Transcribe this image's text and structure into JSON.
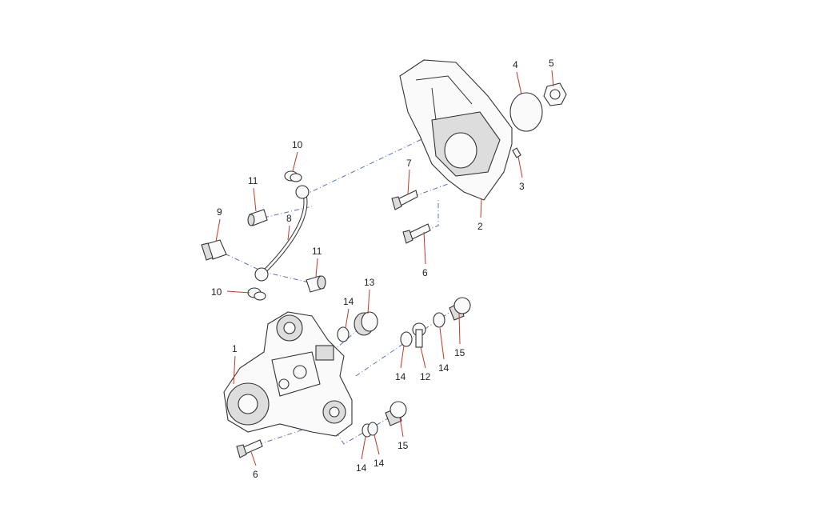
{
  "diagram": {
    "title": "High pressure fuel pump assembly exploded view",
    "callouts": [
      {
        "id": "c1",
        "text": "1"
      },
      {
        "id": "c2",
        "text": "2"
      },
      {
        "id": "c3",
        "text": "3"
      },
      {
        "id": "c4",
        "text": "4"
      },
      {
        "id": "c5",
        "text": "5"
      },
      {
        "id": "c6a",
        "text": "6"
      },
      {
        "id": "c6b",
        "text": "6"
      },
      {
        "id": "c7",
        "text": "7"
      },
      {
        "id": "c8",
        "text": "8"
      },
      {
        "id": "c9",
        "text": "9"
      },
      {
        "id": "c10a",
        "text": "10"
      },
      {
        "id": "c10b",
        "text": "10"
      },
      {
        "id": "c11a",
        "text": "11"
      },
      {
        "id": "c11b",
        "text": "11"
      },
      {
        "id": "c12",
        "text": "12"
      },
      {
        "id": "c13",
        "text": "13"
      },
      {
        "id": "c14a",
        "text": "14"
      },
      {
        "id": "c14b",
        "text": "14"
      },
      {
        "id": "c14c",
        "text": "14"
      },
      {
        "id": "c14d",
        "text": "14"
      },
      {
        "id": "c14e",
        "text": "14"
      },
      {
        "id": "c15a",
        "text": "15"
      },
      {
        "id": "c15b",
        "text": "15"
      }
    ],
    "colors": {
      "leader": "#c0392b",
      "centerline": "#5b6fbf"
    }
  }
}
